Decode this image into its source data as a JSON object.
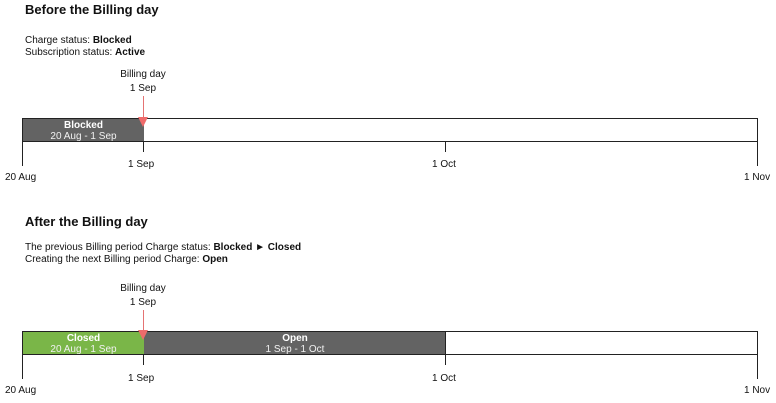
{
  "before": {
    "title": "Before the Billing day",
    "charge_status_label": "Charge status: ",
    "charge_status_value": "Blocked",
    "subscription_status_label": "Subscription status: ",
    "subscription_status_value": "Active",
    "billing_day_label": "Billing day",
    "billing_day_date": "1 Sep",
    "segments": [
      {
        "name": "Blocked",
        "range": "20 Aug - 1 Sep",
        "color": "#636363"
      }
    ],
    "ticks": {
      "start": "20 Aug",
      "sep": "1 Sep",
      "oct": "1 Oct",
      "nov": "1 Nov"
    }
  },
  "after": {
    "title": "After the Billing day",
    "line1_prefix": "The previous Billing period Charge status: ",
    "line1_value": "Blocked ► Closed",
    "line2_prefix": "Creating the next Billing period Charge: ",
    "line2_value": "Open",
    "billing_day_label": "Billing day",
    "billing_day_date": "1 Sep",
    "segments": [
      {
        "name": "Closed",
        "range": "20 Aug - 1 Sep",
        "color": "#7ab648"
      },
      {
        "name": "Open",
        "range": "1 Sep - 1 Oct",
        "color": "#636363"
      }
    ],
    "ticks": {
      "start": "20 Aug",
      "sep": "1 Sep",
      "oct": "1 Oct",
      "nov": "1 Nov"
    }
  },
  "colors": {
    "marker": "#ef6b6b",
    "closed": "#7ab648",
    "dark": "#636363"
  }
}
